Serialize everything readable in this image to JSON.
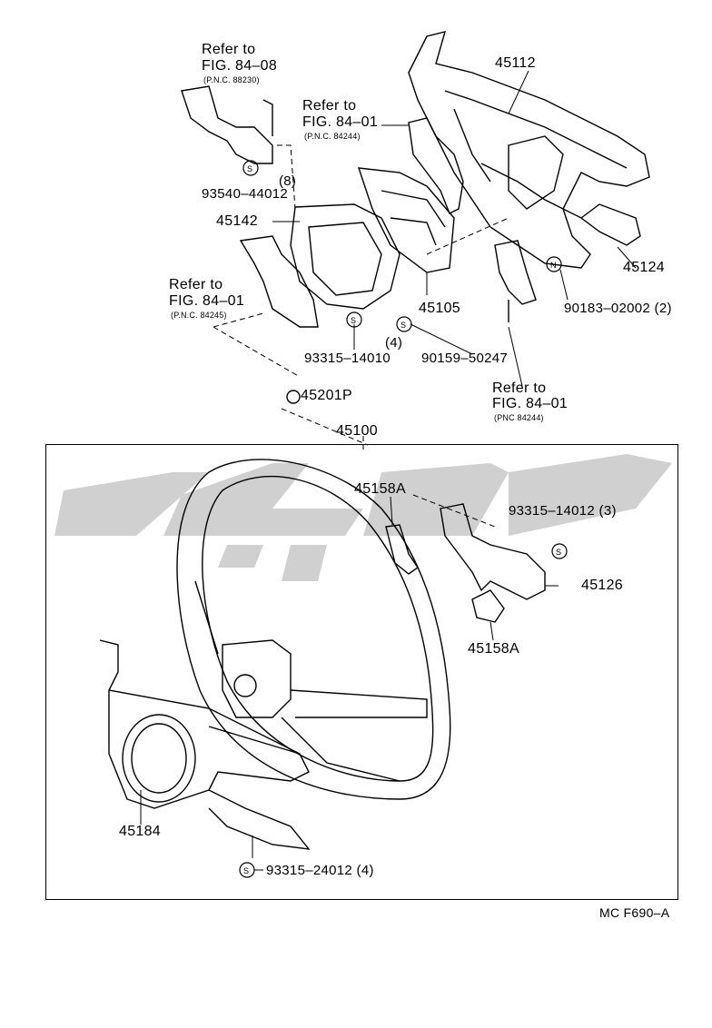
{
  "watermark": {
    "color": "#cfcfcf"
  },
  "colors": {
    "line": "#000000",
    "background": "#ffffff"
  },
  "upper": {
    "refer_88230": {
      "l1": "Refer to",
      "l2": "FIG. 84–08",
      "pnc": "(P.N.C. 88230)"
    },
    "refer_84244_top": {
      "l1": "Refer to",
      "l2": "FIG. 84–01",
      "pnc": "(P.N.C. 84244)"
    },
    "refer_84245": {
      "l1": "Refer to",
      "l2": "FIG. 84–01",
      "pnc": "(P.N.C. 84245)"
    },
    "refer_84244_bottom": {
      "l1": "Refer to",
      "l2": "FIG. 84–01",
      "pnc": "(PNC 84244)"
    },
    "p45112": "45112",
    "p45124": "45124",
    "p45142": "45142",
    "p45105": "45105",
    "p93540": "93540–44012",
    "qty8": "(8)",
    "p93315_14010": "93315–14010",
    "qty4_top": "(4)",
    "p90159": "90159–50247",
    "p90183": "90183–02002 (2)",
    "p45201P": "45201P",
    "p45100": "45100"
  },
  "lower": {
    "p45158A_top": "45158A",
    "p93315_14012": "93315–14012 (3)",
    "p45126": "45126",
    "p45158A_bottom": "45158A",
    "p45184": "45184",
    "p93315_24012": "93315–24012 (4)"
  },
  "symbols": {
    "s": "S",
    "n": "N"
  },
  "footer": "MC F690–A"
}
